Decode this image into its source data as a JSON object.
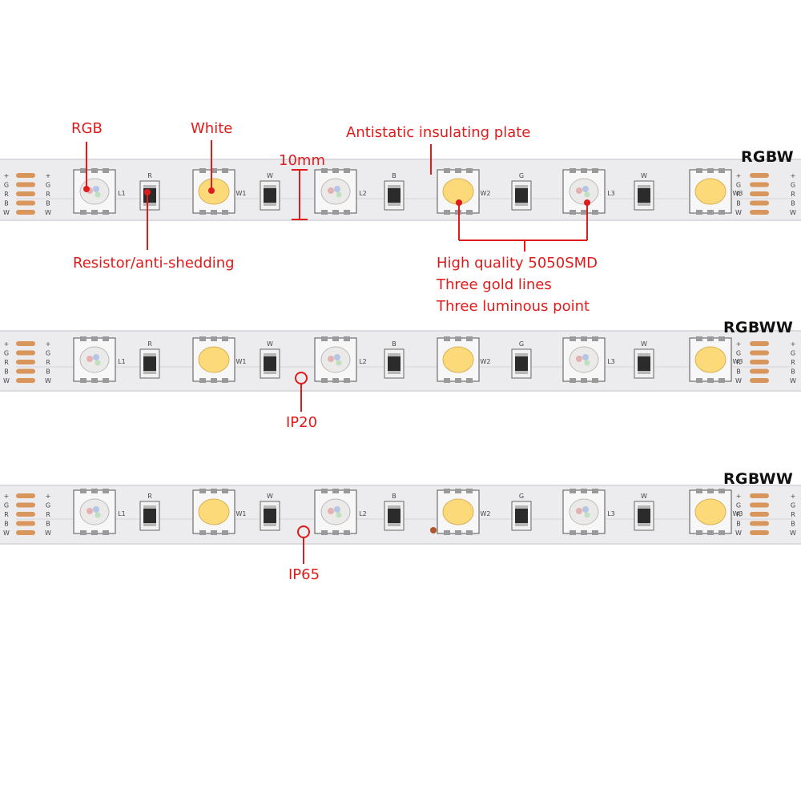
{
  "strips": [
    {
      "variant_label": "RGBW",
      "waterproof_label": "",
      "end_pad_labels": [
        "+",
        "G",
        "R",
        "B",
        "W"
      ],
      "chip_labels": [
        "L1",
        "W1",
        "L2",
        "W2",
        "L3",
        "W3"
      ],
      "resistor_labels": [
        "R",
        "W",
        "B",
        "G",
        "W"
      ]
    },
    {
      "variant_label": "RGBWW",
      "waterproof_label": "IP20",
      "end_pad_labels": [
        "+",
        "G",
        "R",
        "B",
        "W"
      ],
      "chip_labels": [
        "L1",
        "W1",
        "L2",
        "W2",
        "L3",
        "W3"
      ],
      "resistor_labels": [
        "R",
        "W",
        "B",
        "G",
        "W"
      ]
    },
    {
      "variant_label": "RGBWW",
      "waterproof_label": "IP65",
      "end_pad_labels": [
        "+",
        "G",
        "R",
        "B",
        "W"
      ],
      "chip_labels": [
        "L1",
        "W1",
        "L2",
        "W2",
        "L3",
        "W3"
      ],
      "resistor_labels": [
        "R",
        "W",
        "B",
        "G",
        "W"
      ]
    }
  ],
  "callouts": {
    "rgb": "RGB",
    "white": "White",
    "antistatic": "Antistatic insulating plate",
    "width": "10mm",
    "resistor": "Resistor/anti-shedding",
    "smd_lines": [
      "High quality 5050SMD",
      "Three gold lines",
      "Three luminous point"
    ]
  },
  "colors": {
    "annotation": "#e01b1b",
    "strip_background": "#ececef",
    "copper_pad": "#d9965c",
    "warm_white_led": "#fcd979",
    "rgb_led": "#ece9e9"
  }
}
